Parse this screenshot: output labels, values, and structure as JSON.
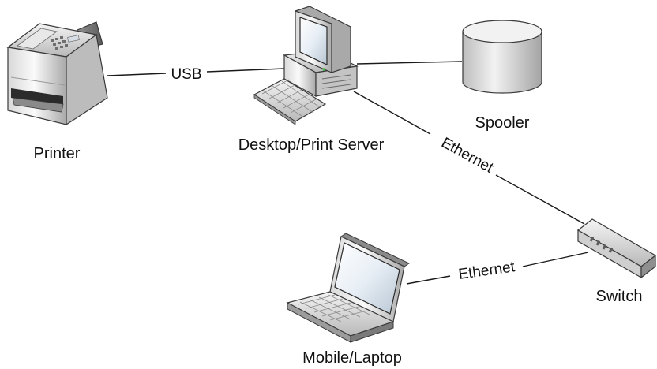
{
  "diagram": {
    "nodes": [
      {
        "id": "printer",
        "label": "Printer",
        "icon": "printer-icon"
      },
      {
        "id": "server",
        "label": "Desktop/Print Server",
        "icon": "desktop-computer-icon"
      },
      {
        "id": "spooler",
        "label": "Spooler",
        "icon": "database-cylinder-icon"
      },
      {
        "id": "switch",
        "label": "Switch",
        "icon": "network-switch-icon"
      },
      {
        "id": "laptop",
        "label": "Mobile/Laptop",
        "icon": "laptop-icon"
      }
    ],
    "edges": [
      {
        "from": "printer",
        "to": "server",
        "label": "USB"
      },
      {
        "from": "server",
        "to": "spooler",
        "label": ""
      },
      {
        "from": "server",
        "to": "switch",
        "label": "Ethernet"
      },
      {
        "from": "laptop",
        "to": "switch",
        "label": "Ethernet"
      }
    ]
  }
}
